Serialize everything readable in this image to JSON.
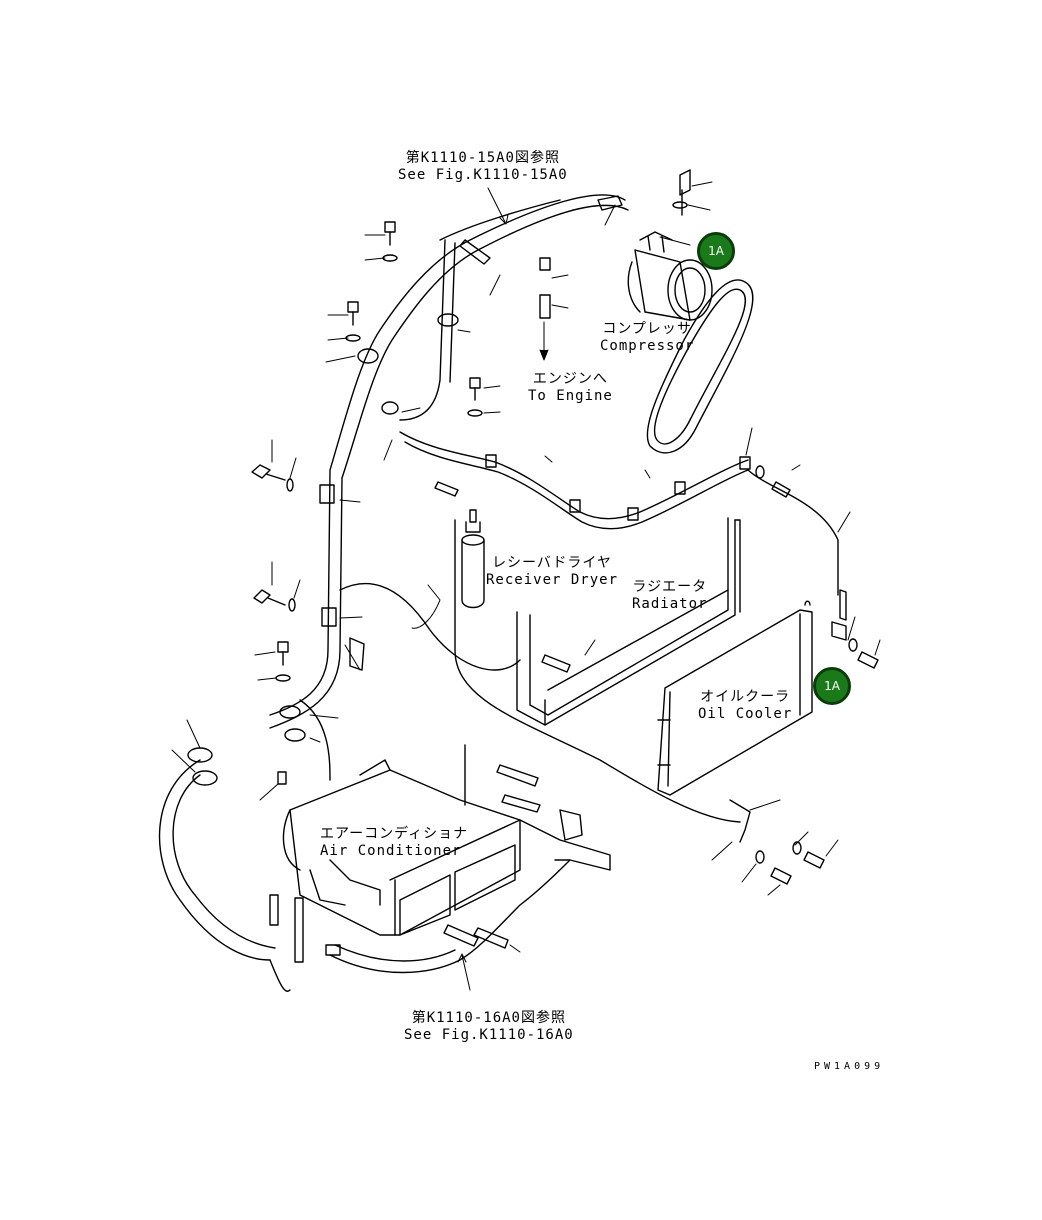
{
  "references": {
    "top_ja": "第K1110-15A0図参照",
    "top_en": "See Fig.K1110-15A0",
    "bottom_ja": "第K1110-16A0図参照",
    "bottom_en": "See Fig.K1110-16A0"
  },
  "components": {
    "compressor_ja": "コンプレッサ",
    "compressor_en": "Compressor",
    "engine_ja": "エンジンへ",
    "engine_en": "To Engine",
    "receiver_ja": "レシーバドライヤ",
    "receiver_en": "Receiver Dryer",
    "radiator_ja": "ラジエータ",
    "radiator_en": "Radiator",
    "oilcooler_ja": "オイルクーラ",
    "oilcooler_en": "Oil Cooler",
    "aircon_ja": "エアーコンディショナ",
    "aircon_en": "Air Conditioner"
  },
  "badges": {
    "compressor_badge": "1A",
    "oilcooler_badge": "1A"
  },
  "figure_id": "PW1A099",
  "colors": {
    "badge_fill": "#1a7a1a",
    "badge_border": "#0a3d0a",
    "line": "#000000"
  }
}
